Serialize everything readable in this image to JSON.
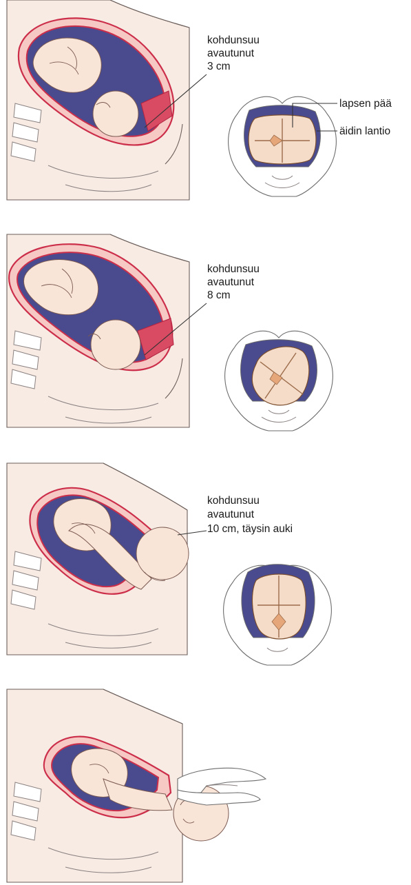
{
  "stages": [
    {
      "label_lines": [
        "kohdunsuu",
        "avautunut",
        "3 cm"
      ]
    },
    {
      "label_lines": [
        "kohdunsuu",
        "avautunut",
        "8 cm"
      ]
    },
    {
      "label_lines": [
        "kohdunsuu",
        "avautunut",
        "10 cm, täysin auki"
      ]
    }
  ],
  "pelvis_labels": {
    "head": "lapsen pää",
    "pelvis": "äidin lantio"
  },
  "colors": {
    "uterus_wall": "#cc2e4a",
    "amniotic_cavity": "#4a4a8e",
    "skin": "#f7ebe3",
    "fetus": "#f9e4d8"
  }
}
